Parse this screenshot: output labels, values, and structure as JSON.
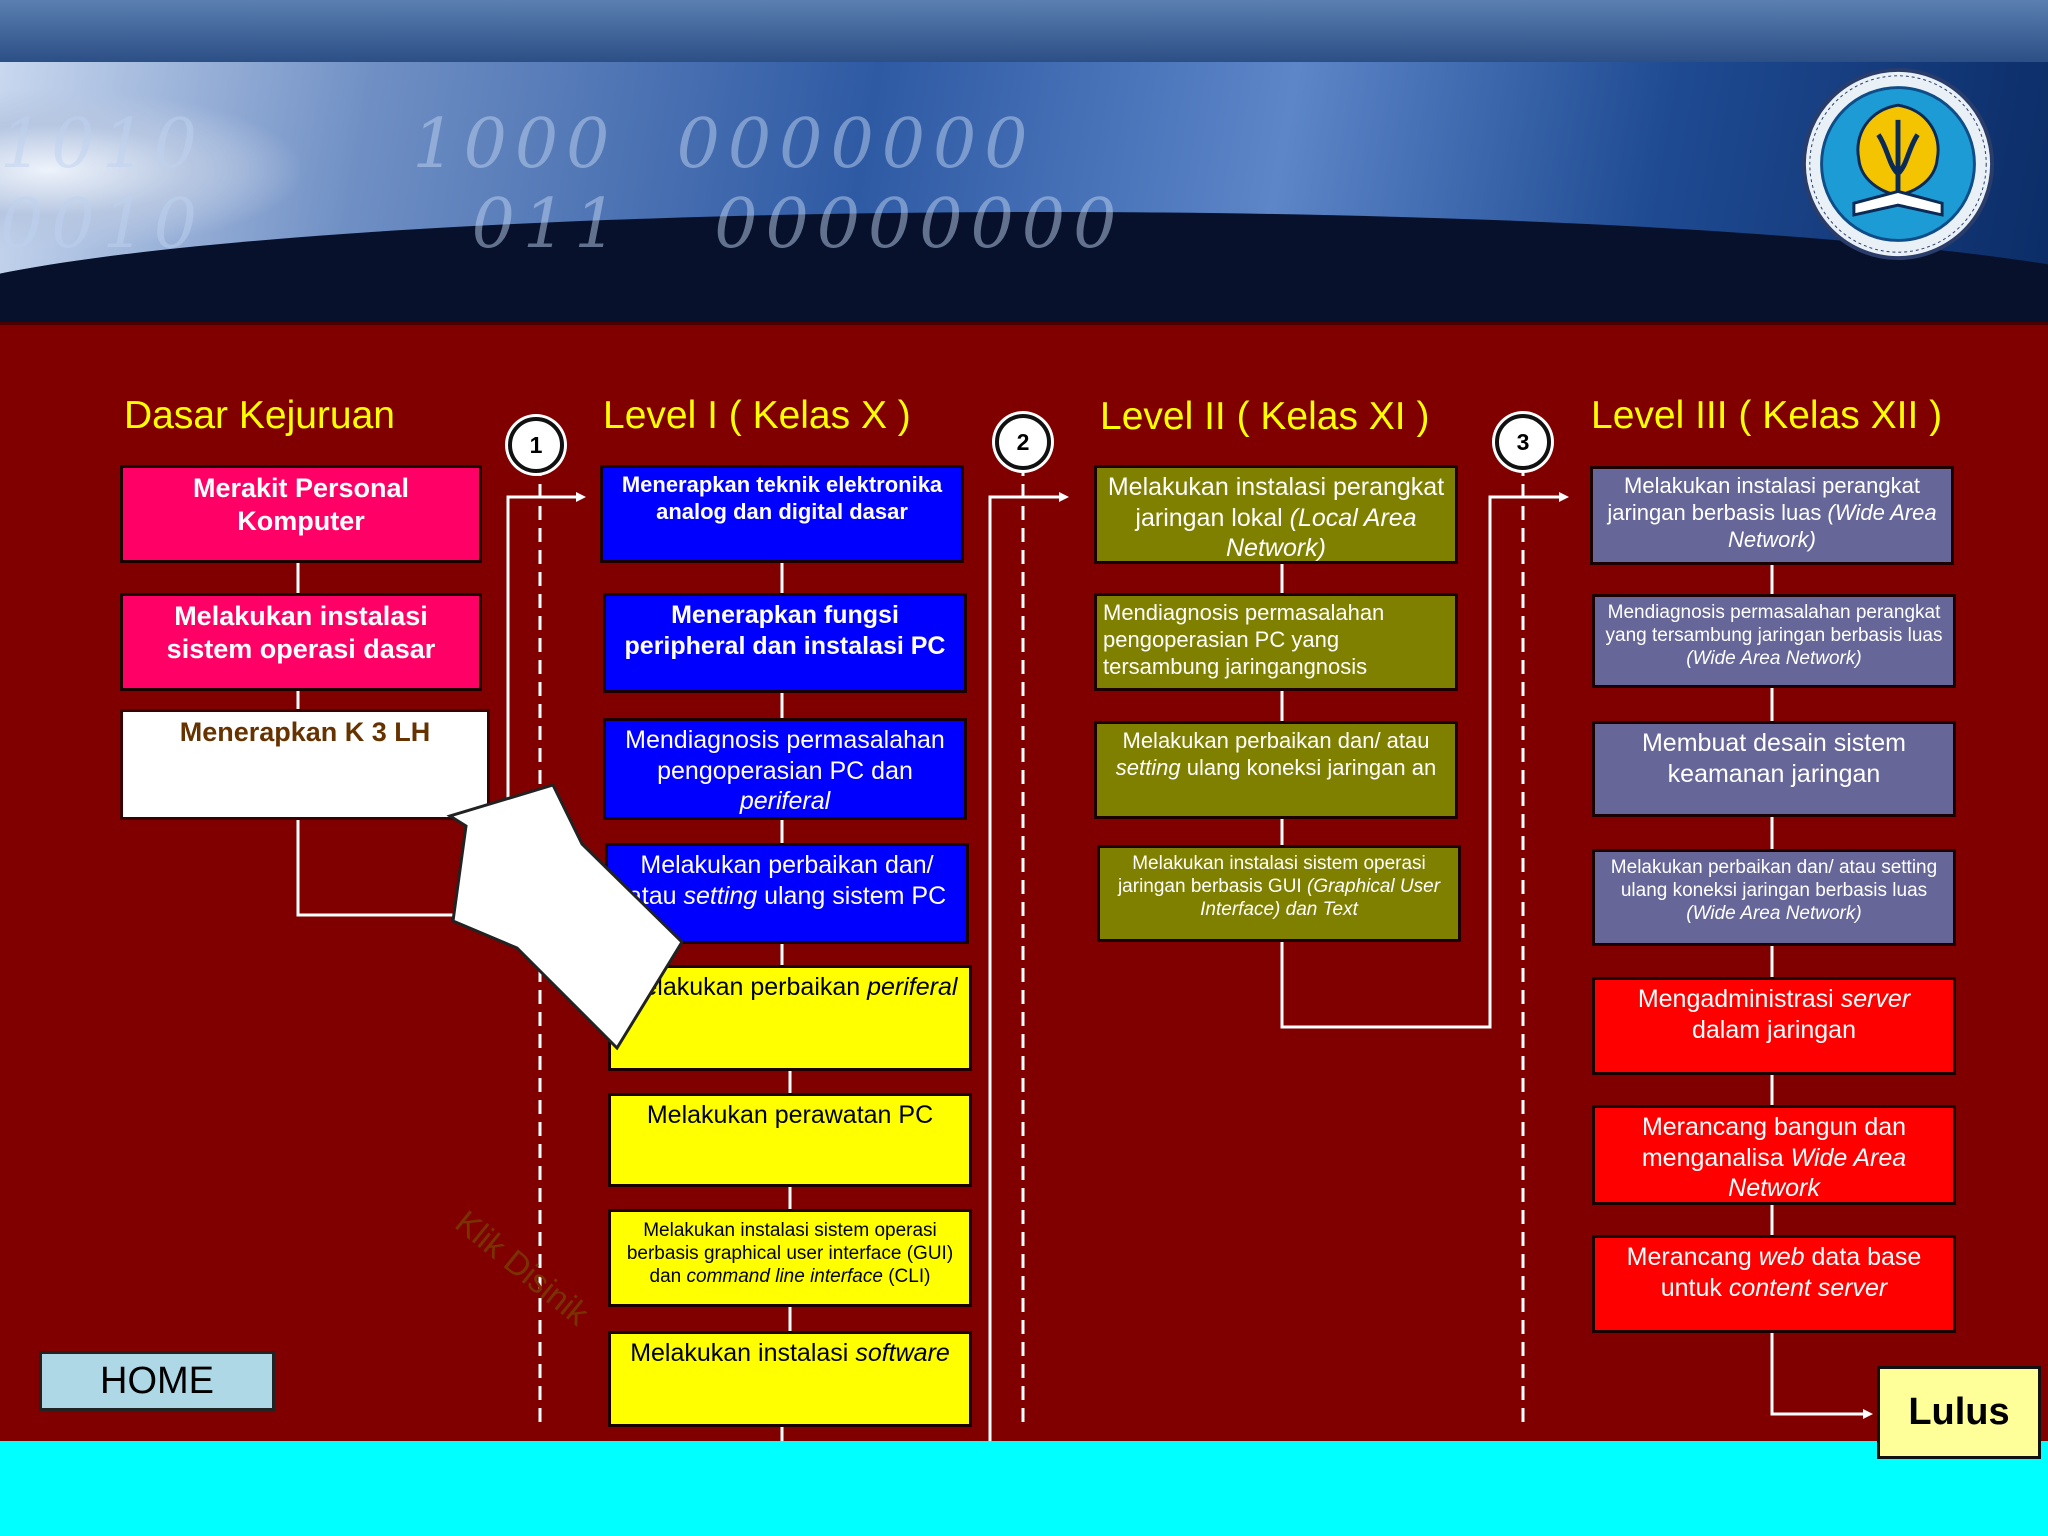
{
  "diagram": {
    "columns": [
      {
        "id": "dasar",
        "heading": "Dasar Kejuruan",
        "boxes": [
          {
            "text": "Merakit Personal Komputer",
            "color": "#ff0066"
          },
          {
            "text": "Melakukan instalasi sistem operasi dasar",
            "color": "#ff0066"
          },
          {
            "text": "Menerapkan K 3 LH",
            "color": "#ffffff"
          }
        ]
      },
      {
        "id": "level1",
        "heading": "Level I ( Kelas X )",
        "boxes": [
          {
            "text": "Menerapkan teknik elektronika analog dan digital dasar",
            "color": "#0000ff"
          },
          {
            "text": "Menerapkan fungsi peripheral dan instalasi PC",
            "color": "#0000ff"
          },
          {
            "text_parts": [
              "Mendiagnosis permasalahan pengoperasian PC dan ",
              "periferal"
            ],
            "color": "#0000ff"
          },
          {
            "text_parts": [
              "Melakukan perbaikan dan/ atau ",
              "setting",
              " ulang sistem PC"
            ],
            "color": "#0000ff"
          },
          {
            "text_parts": [
              "Melakukan perbaikan ",
              "periferal"
            ],
            "color": "#ffff00"
          },
          {
            "text": "Melakukan perawatan PC",
            "color": "#ffff00"
          },
          {
            "text_parts": [
              "Melakukan instalasi sistem operasi berbasis graphical user interface (GUI) dan ",
              "command line interface",
              " (CLI)"
            ],
            "color": "#ffff00"
          },
          {
            "text_parts": [
              "Melakukan instalasi ",
              "software"
            ],
            "color": "#ffff00"
          }
        ]
      },
      {
        "id": "level2",
        "heading": "Level II ( Kelas XI )",
        "boxes": [
          {
            "text_parts": [
              "Melakukan instalasi perangkat jaringan lokal ",
              "(Local Area Network)"
            ],
            "color": "#808000"
          },
          {
            "text": "Mendiagnosis permasalahan pengoperasian PC yang tersambung jaringangnosis",
            "color": "#808000"
          },
          {
            "text_parts": [
              "Melakukan perbaikan dan/ atau ",
              "setting",
              " ulang koneksi jaringan an"
            ],
            "color": "#808000"
          },
          {
            "text_parts": [
              "Melakukan instalasi sistem operasi jaringan berbasis GUI ",
              "(Graphical User Interface) dan Text"
            ],
            "color": "#808000"
          }
        ]
      },
      {
        "id": "level3",
        "heading": "Level III ( Kelas XII )",
        "boxes": [
          {
            "text_parts": [
              "Melakukan instalasi perangkat jaringan berbasis luas ",
              "(Wide Area Network)"
            ],
            "color": "#666699"
          },
          {
            "text_parts": [
              "Mendiagnosis permasalahan perangkat yang tersambung jaringan berbasis luas ",
              "(Wide Area Network)"
            ],
            "color": "#666699"
          },
          {
            "text": "Membuat desain sistem keamanan jaringan",
            "color": "#666699"
          },
          {
            "text_parts": [
              "Melakukan perbaikan dan/ atau setting ulang koneksi jaringan berbasis luas ",
              "(Wide Area Network)"
            ],
            "color": "#666699"
          },
          {
            "text_parts": [
              "Mengadministrasi ",
              "server",
              " dalam jaringan"
            ],
            "color": "#ff0000"
          },
          {
            "text_parts": [
              "Merancang bangun dan menganalisa ",
              "Wide Area Network"
            ],
            "color": "#ff0000"
          },
          {
            "text_parts": [
              "Merancang ",
              "web",
              " data base untuk ",
              "content server"
            ],
            "color": "#ff0000"
          }
        ]
      }
    ],
    "steps": [
      "1",
      "2",
      "3"
    ],
    "callout": "Klik Disinik",
    "end_box": "Lulus",
    "home_button": "HOME"
  },
  "colors": {
    "stage_bg": "#800000",
    "bottom_bg": "#00ffff",
    "heading": "#ffff00",
    "connector": "#ffffff"
  }
}
